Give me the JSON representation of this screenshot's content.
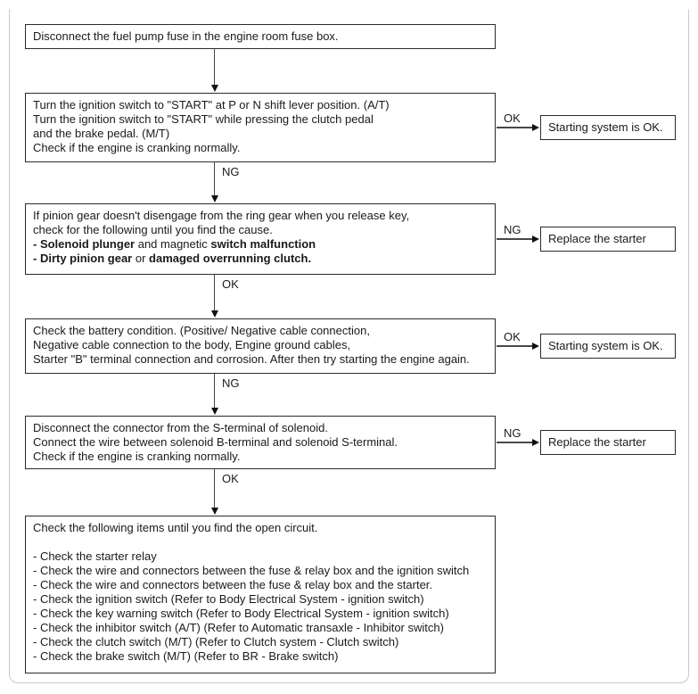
{
  "flowchart": {
    "colors": {
      "box_border": "#2b2b2b",
      "frame_border": "#c9c9c9",
      "text": "#1a1a1a",
      "background": "#ffffff"
    },
    "steps": [
      {
        "lines": [
          [
            {
              "t": "Disconnect the fuel pump fuse in the engine room fuse box."
            }
          ]
        ]
      },
      {
        "lines": [
          [
            {
              "t": "Turn the ignition switch to \"START\" at P or N shift lever position. (A/T)"
            }
          ],
          [
            {
              "t": "Turn the ignition switch to \"START\" while pressing the clutch pedal"
            }
          ],
          [
            {
              "t": "and the brake pedal. (M/T)"
            }
          ],
          [
            {
              "t": "Check if the engine is cranking normally."
            }
          ]
        ]
      },
      {
        "lines": [
          [
            {
              "t": "If pinion gear doesn't disengage from the ring gear when you release key,"
            }
          ],
          [
            {
              "t": "check for the following until you find the cause."
            }
          ],
          [
            {
              "t": "- Solenoid plunger",
              "b": true
            },
            {
              "t": " and magnetic "
            },
            {
              "t": "switch malfunction",
              "b": true
            }
          ],
          [
            {
              "t": "- Dirty pinion gear",
              "b": true
            },
            {
              "t": " or "
            },
            {
              "t": "damaged overrunning clutch.",
              "b": true
            }
          ]
        ]
      },
      {
        "lines": [
          [
            {
              "t": "Check the battery condition. (Positive/ Negative cable connection,"
            }
          ],
          [
            {
              "t": "Negative cable connection to the body, Engine ground cables,"
            }
          ],
          [
            {
              "t": "Starter \"B\" terminal connection and corrosion. After then try starting the engine again."
            }
          ]
        ]
      },
      {
        "lines": [
          [
            {
              "t": "Disconnect the connector from the S-terminal of solenoid."
            }
          ],
          [
            {
              "t": "Connect the wire between solenoid B-terminal and solenoid S-terminal."
            }
          ],
          [
            {
              "t": "Check if the engine is cranking normally."
            }
          ]
        ]
      },
      {
        "lines": [
          [
            {
              "t": "Check the following items until you find the open circuit."
            }
          ],
          [],
          [
            {
              "t": "- Check the starter relay"
            }
          ],
          [
            {
              "t": "- Check the wire and connectors between the fuse & relay box and the ignition switch"
            }
          ],
          [
            {
              "t": "- Check the wire and connectors between the fuse & relay box and the starter."
            }
          ],
          [
            {
              "t": "- Check the ignition switch (Refer to Body Electrical System - ignition switch)"
            }
          ],
          [
            {
              "t": "- Check the key warning switch (Refer to Body Electrical System - ignition switch)"
            }
          ],
          [
            {
              "t": "- Check the inhibitor switch (A/T) (Refer to Automatic transaxle - Inhibitor switch)"
            }
          ],
          [
            {
              "t": "- Check the clutch switch (M/T) (Refer to Clutch system - Clutch switch)"
            }
          ],
          [
            {
              "t": "- Check the brake switch (M/T) (Refer to BR - Brake switch)"
            }
          ]
        ]
      }
    ],
    "results": [
      {
        "label": "Starting system is OK."
      },
      {
        "label": "Replace the starter"
      },
      {
        "label": "Starting system is OK."
      },
      {
        "label": "Replace the starter"
      }
    ],
    "down_labels": [
      "",
      "NG",
      "OK",
      "NG",
      "OK"
    ],
    "branch_labels": [
      "OK",
      "NG",
      "OK",
      "NG"
    ]
  }
}
